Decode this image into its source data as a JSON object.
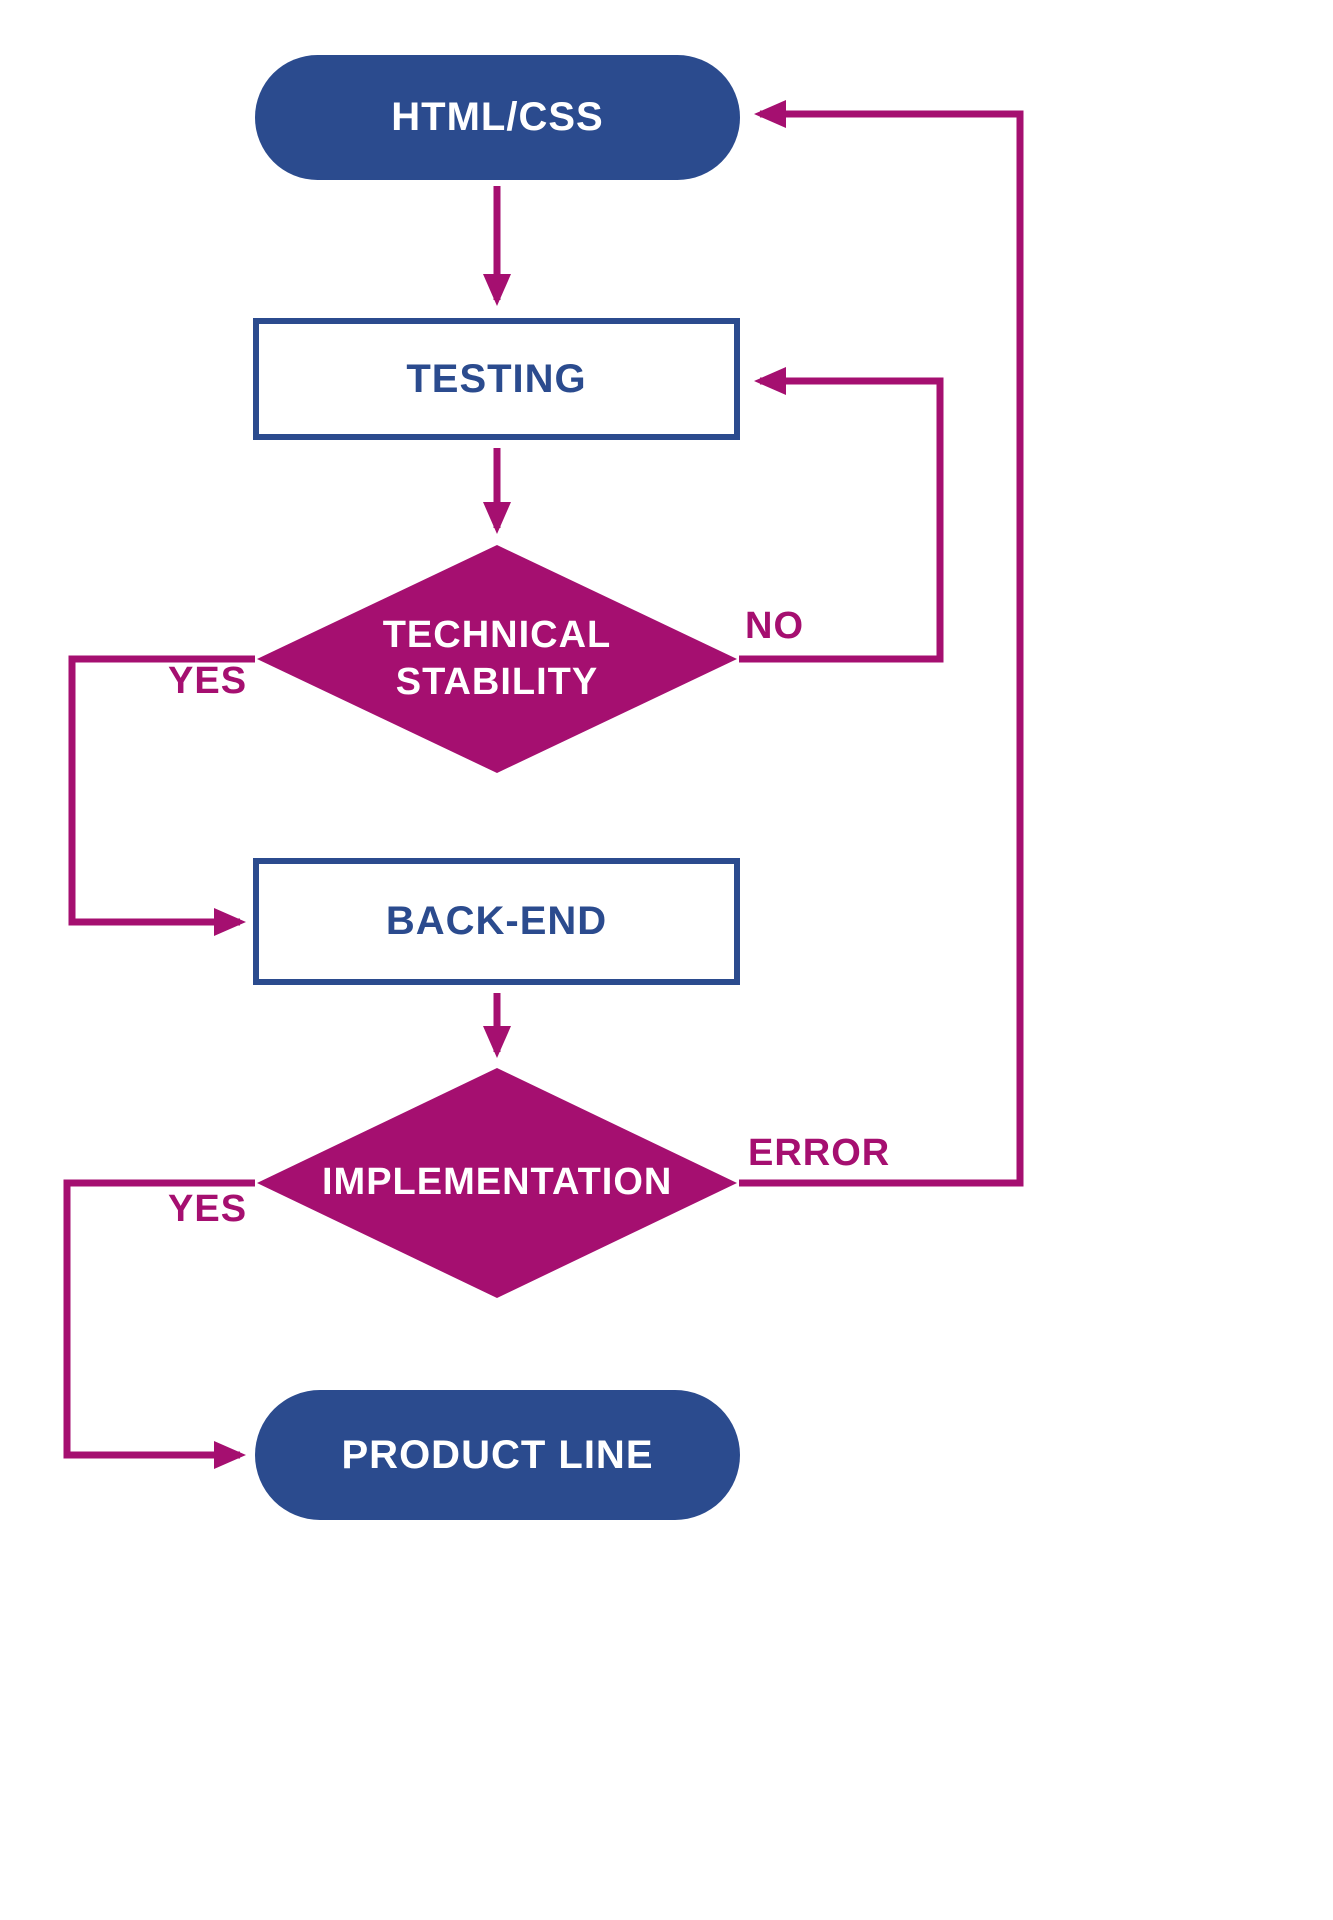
{
  "diagram": {
    "type": "flowchart",
    "colors": {
      "node_blue": "#2b4b8e",
      "accent_magenta": "#a50f70",
      "background": "#ffffff"
    },
    "nodes": {
      "start": {
        "label": "HTML/CSS",
        "shape": "pill"
      },
      "testing": {
        "label": "TESTING",
        "shape": "rect"
      },
      "technical_stability": {
        "label": "TECHNICAL STABILITY",
        "shape": "diamond"
      },
      "backend": {
        "label": "BACK-END",
        "shape": "rect"
      },
      "implementation": {
        "label": "IMPLEMENTATION",
        "shape": "diamond"
      },
      "product_line": {
        "label": "PRODUCT LINE",
        "shape": "pill"
      }
    },
    "edge_labels": {
      "no": "NO",
      "yes_top": "YES",
      "error": "ERROR",
      "yes_bottom": "YES"
    }
  }
}
